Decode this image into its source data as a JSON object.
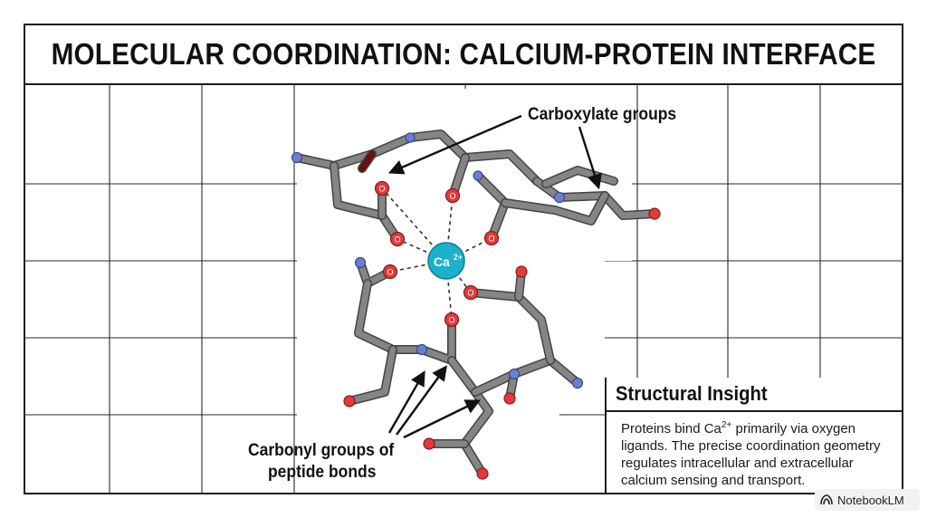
{
  "title": "MOLECULAR COORDINATION: CALCIUM-PROTEIN INTERFACE",
  "labels": {
    "carboxylate": "Carboxylate groups",
    "carbonyl_line1": "Carbonyl groups of",
    "carbonyl_line2": "peptide bonds"
  },
  "atoms": {
    "center_symbol": "Ca",
    "center_charge": "2+",
    "oxygen_symbol": "O"
  },
  "insight": {
    "heading": "Structural Insight",
    "body_prefix": "Proteins bind Ca",
    "body_sup": "2+",
    "body_suffix": " primarily via oxygen ligands. The precise coordination geometry regulates intracellular and extracellular calcium sensing and transport."
  },
  "badge": {
    "text": "NotebookLM"
  },
  "colors": {
    "calcium": "#1bb0cc",
    "oxygen": "#e03a3a",
    "nitrogen": "#6a7fd0",
    "carbon": "#7a7a7a",
    "grid": "#2a2a2a"
  }
}
